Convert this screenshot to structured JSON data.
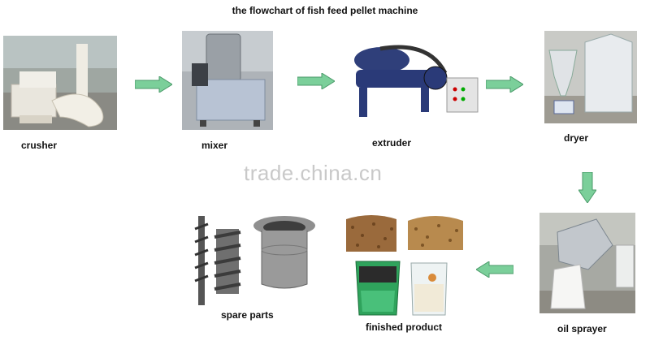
{
  "title": "the flowchart of fish feed pellet machine",
  "watermark": "trade.china.cn",
  "stages": [
    {
      "label": "crusher"
    },
    {
      "label": "mixer"
    },
    {
      "label": "extruder"
    },
    {
      "label": "dryer"
    },
    {
      "label": "oil sprayer"
    },
    {
      "label": "finished product"
    },
    {
      "label": "spare parts"
    }
  ],
  "colors": {
    "arrow": "#7bcf9a",
    "arrow_stroke": "#4b9a6a"
  }
}
